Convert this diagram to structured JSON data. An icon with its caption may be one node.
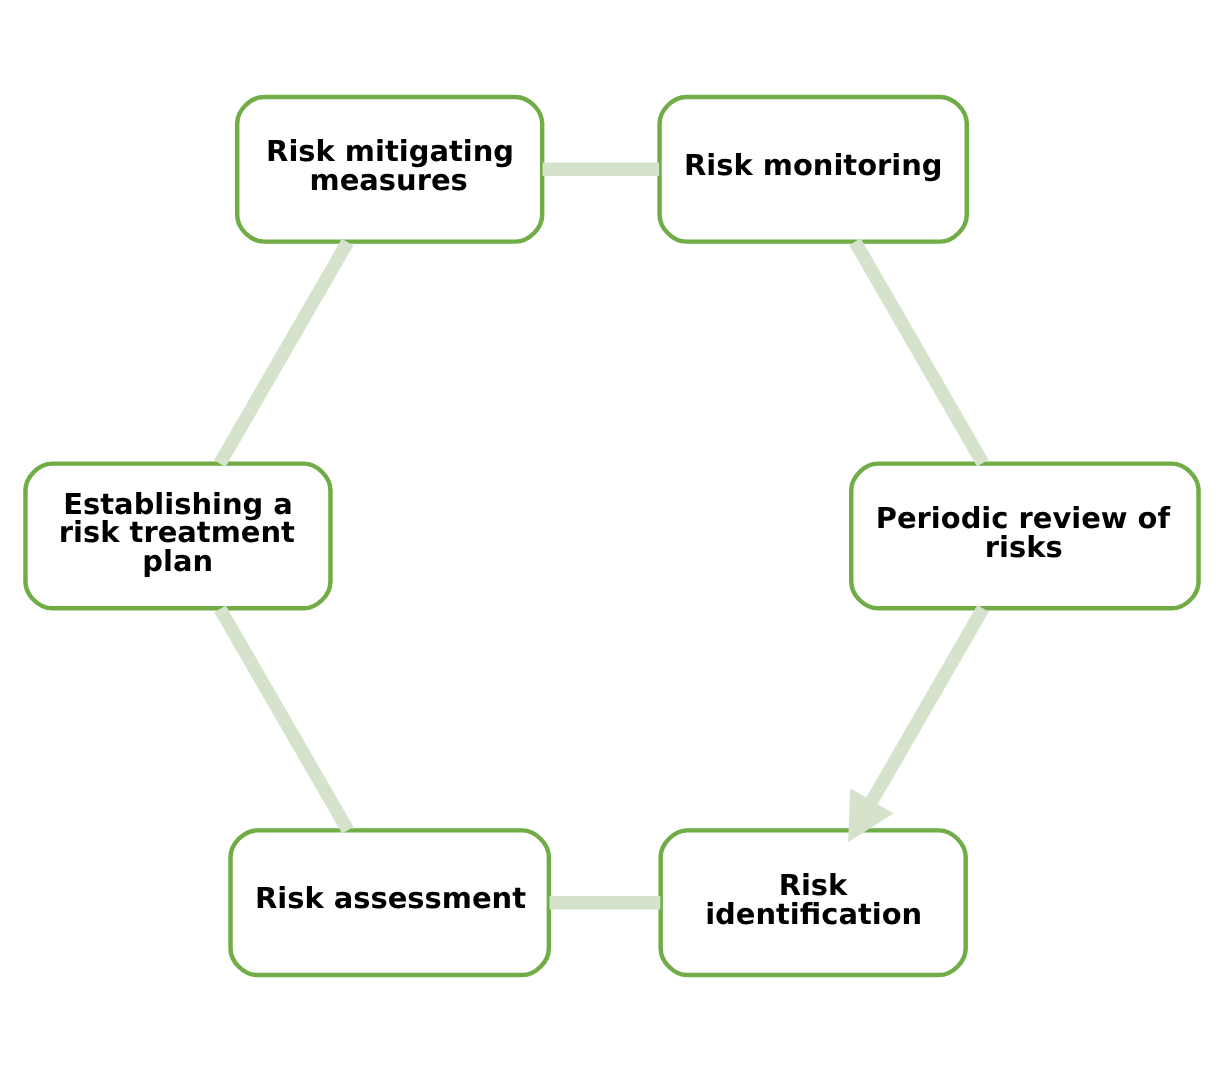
{
  "diagram": {
    "nodes": [
      {
        "text": [
          "Risk identification"
        ]
      },
      {
        "text": [
          "Risk assessment"
        ]
      },
      {
        "text": [
          "Establishing a risk treatment plan"
        ]
      },
      {
        "text": [
          "Risk mitigating measures"
        ]
      },
      {
        "text": [
          "Risk monitoring"
        ]
      },
      {
        "text": [
          "Periodic review of risks"
        ]
      }
    ],
    "edges": [
      {
        "from": 0,
        "to": 1,
        "arrow": "none"
      },
      {
        "from": 1,
        "to": 2,
        "arrow": "none"
      },
      {
        "from": 2,
        "to": 3,
        "arrow": "none"
      },
      {
        "from": 3,
        "to": 4,
        "arrow": "none"
      },
      {
        "from": 4,
        "to": 5,
        "arrow": "none"
      },
      {
        "from": 5,
        "to": 0,
        "arrow": "to"
      }
    ]
  }
}
